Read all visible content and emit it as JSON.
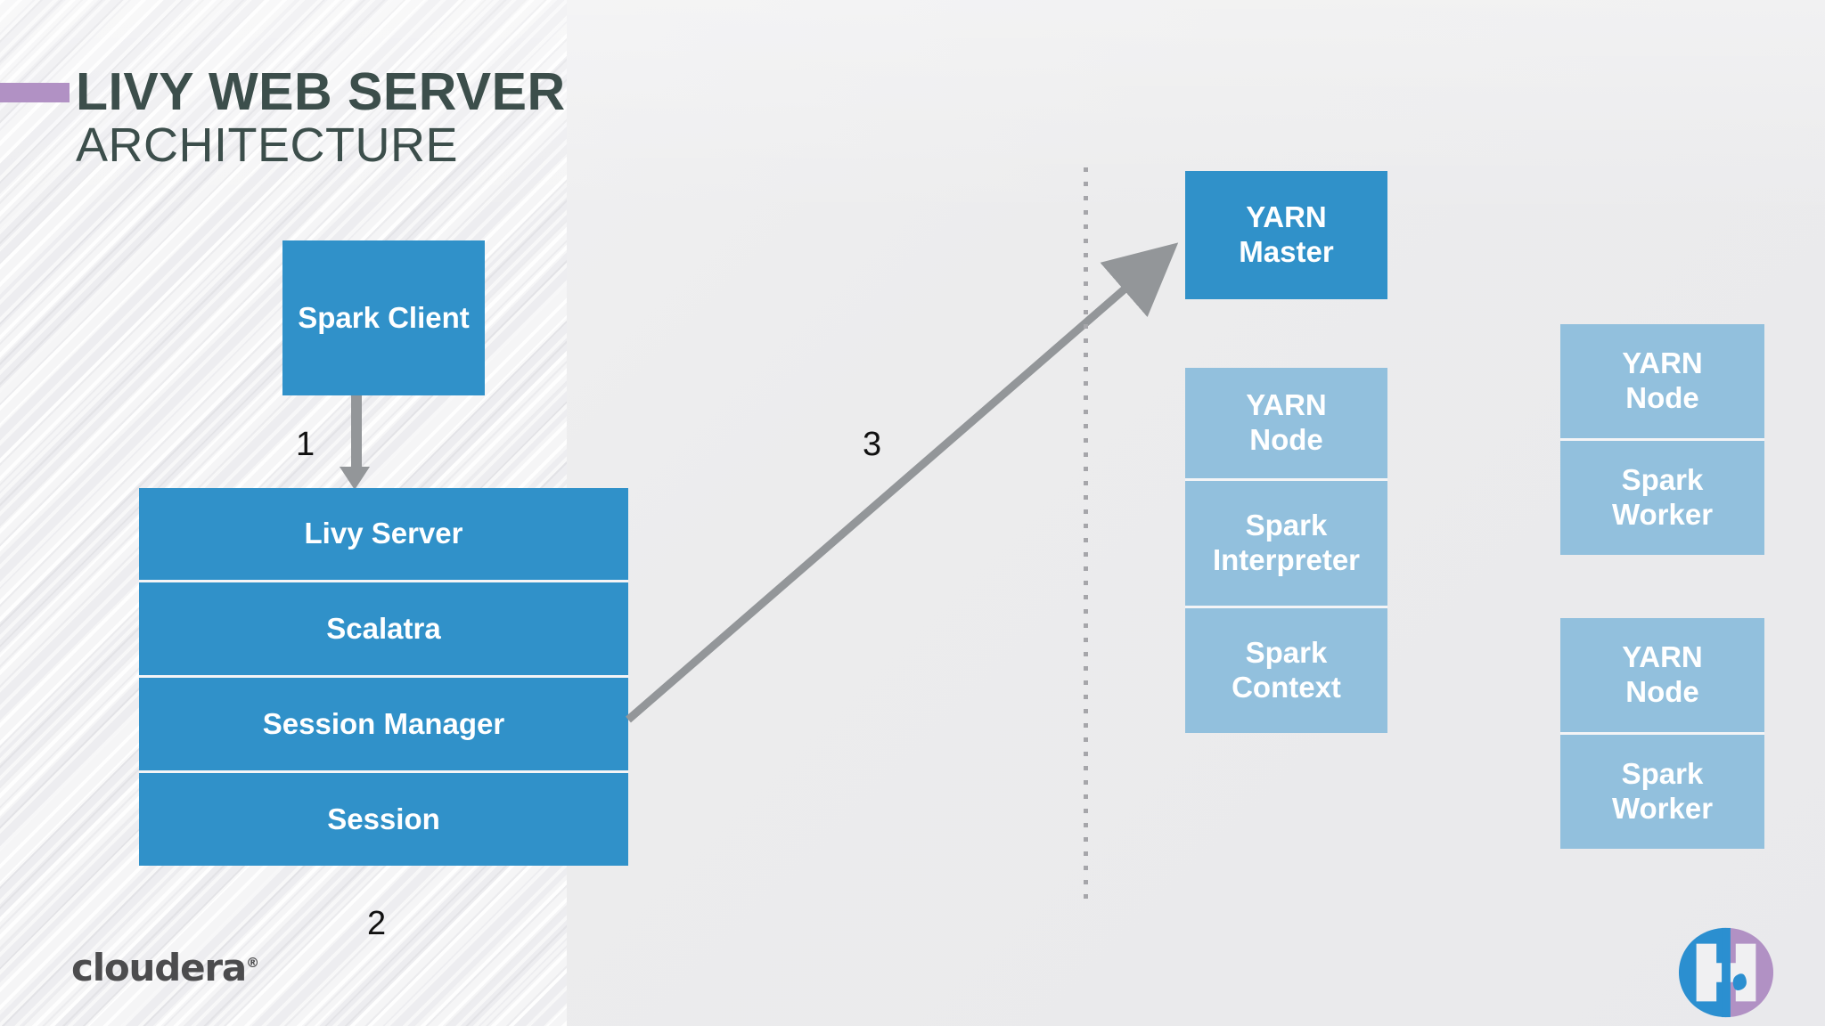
{
  "slide": {
    "title_main": "LIVY WEB SERVER",
    "title_sub": "ARCHITECTURE",
    "accent_color": "#b191c4",
    "title_color": "#3c4e4b",
    "background_color": "#efeff1",
    "box_color_dark": "#3091c9",
    "box_color_light": "#92c0dd",
    "connector_color": "#939699",
    "divider_color": "#a6a6aa"
  },
  "client": {
    "label": "Spark Client"
  },
  "livy_stack": {
    "items": [
      {
        "label": "Livy Server"
      },
      {
        "label": "Scalatra"
      },
      {
        "label": "Session Manager"
      },
      {
        "label": "Session"
      }
    ]
  },
  "yarn_master": {
    "label": "YARN\nMaster"
  },
  "yarn_node_center": {
    "items": [
      {
        "label": "YARN\nNode"
      },
      {
        "label": "Spark\nInterpreter"
      },
      {
        "label": "Spark\nContext"
      }
    ]
  },
  "yarn_node_right_top": {
    "items": [
      {
        "label": "YARN\nNode"
      },
      {
        "label": "Spark\nWorker"
      }
    ]
  },
  "yarn_node_right_bottom": {
    "items": [
      {
        "label": "YARN\nNode"
      },
      {
        "label": "Spark\nWorker"
      }
    ]
  },
  "steps": {
    "one": "1",
    "two": "2",
    "three": "3"
  },
  "logos": {
    "cloudera": "cloudera",
    "cloudera_mark": "®",
    "corner_logo_name": "hadoop-summit-logo"
  }
}
